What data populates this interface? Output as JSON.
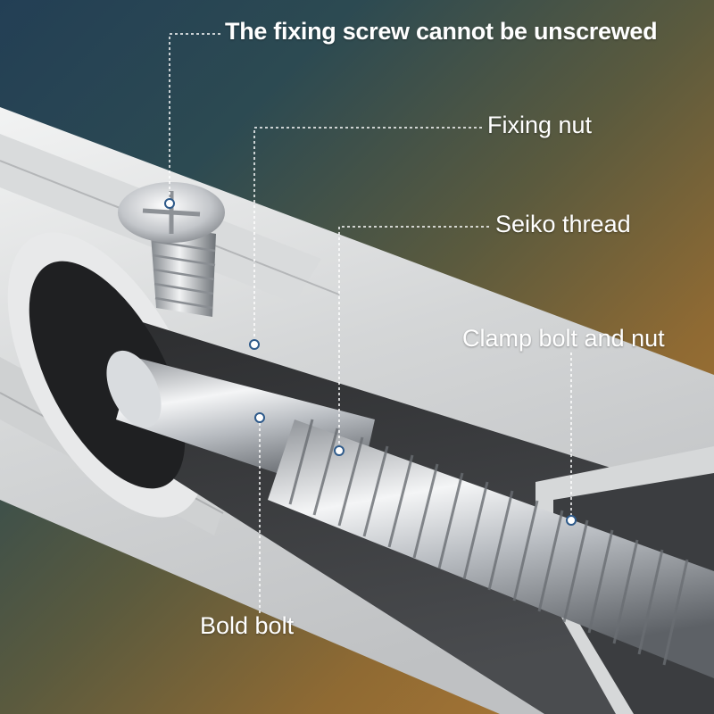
{
  "labels": {
    "fixing_screw": "The fixing screw cannot be unscrewed",
    "fixing_nut": "Fixing nut",
    "seiko_thread": "Seiko thread",
    "clamp_bolt_nut": "Clamp bolt and nut",
    "bold_bolt": "Bold bolt"
  },
  "colors": {
    "background_top": "#233f55",
    "background_bottom": "#b57c35",
    "tube": "#e3e4e4",
    "metal": "#c9ccd0",
    "callout": "#ffffff"
  }
}
